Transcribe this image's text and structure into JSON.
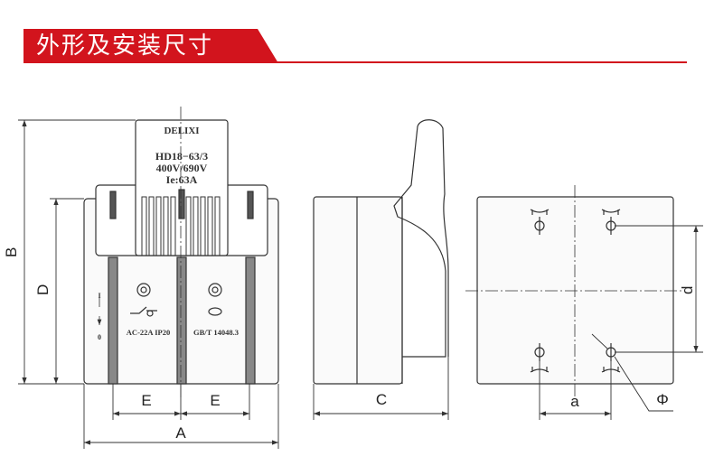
{
  "header": {
    "title": "外形及安装尺寸",
    "accent_color": "#d2141d"
  },
  "front_view": {
    "brand": "DELIXI",
    "model": "HD18−63/3",
    "voltage": "400V/690V",
    "current": "Ie:63A",
    "switch_positions": [
      "I",
      "0"
    ],
    "rating": "AC-22A  IP20",
    "standard": "GB/T 14048.3"
  },
  "dimensions": {
    "A": "A",
    "B": "B",
    "C": "C",
    "D": "D",
    "E1": "E",
    "E2": "E",
    "a": "a",
    "d": "d",
    "phi": "Φ"
  }
}
